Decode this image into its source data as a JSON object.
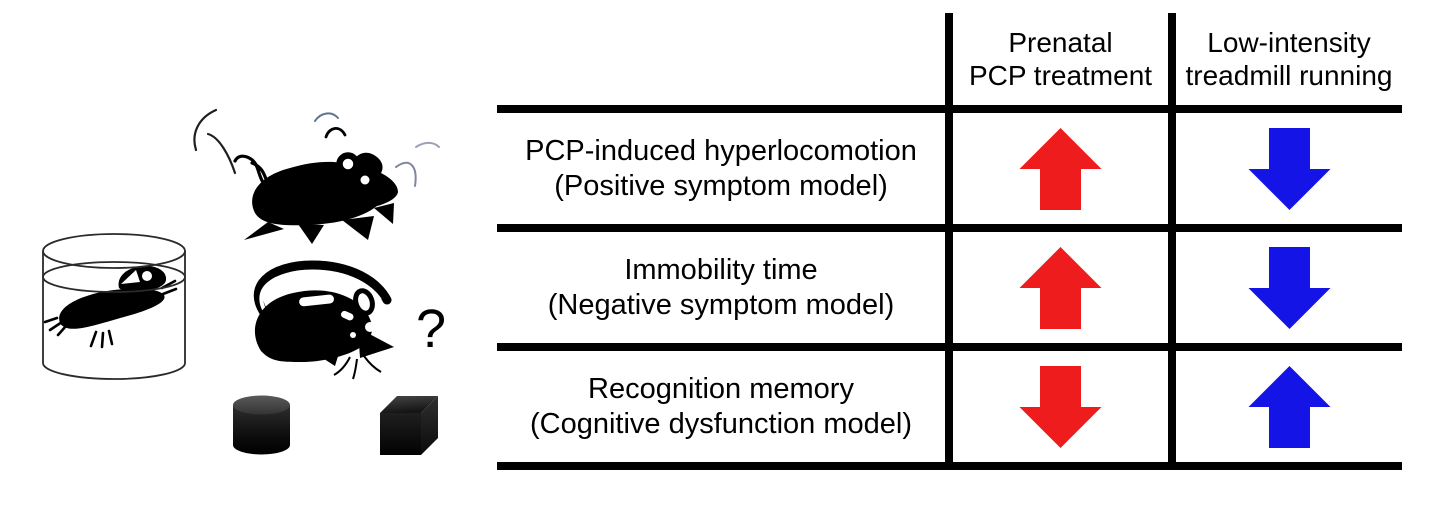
{
  "table": {
    "header": {
      "col1_line1": "Prenatal",
      "col1_line2": "PCP treatment",
      "col2_line1": "Low-intensity",
      "col2_line2": "treadmill running"
    },
    "rows": [
      {
        "label": "PCP-induced hyperlocomotion",
        "sublabel": "(Positive symptom model)",
        "cells": [
          {
            "direction": "up",
            "color": "#ee1c1c"
          },
          {
            "direction": "down",
            "color": "#1414e6"
          }
        ]
      },
      {
        "label": "Immobility time",
        "sublabel": "(Negative symptom model)",
        "cells": [
          {
            "direction": "up",
            "color": "#ee1c1c"
          },
          {
            "direction": "down",
            "color": "#1414e6"
          }
        ]
      },
      {
        "label": "Recognition memory",
        "sublabel": "(Cognitive dysfunction model)",
        "cells": [
          {
            "direction": "down",
            "color": "#ee1c1c"
          },
          {
            "direction": "up",
            "color": "#1414e6"
          }
        ]
      }
    ]
  },
  "colors": {
    "increase_prenatal_pcp": "#ee1c1c",
    "effect_treadmill": "#1414e6",
    "grid_line": "#000000"
  },
  "illustration": {
    "question_mark": "?"
  }
}
